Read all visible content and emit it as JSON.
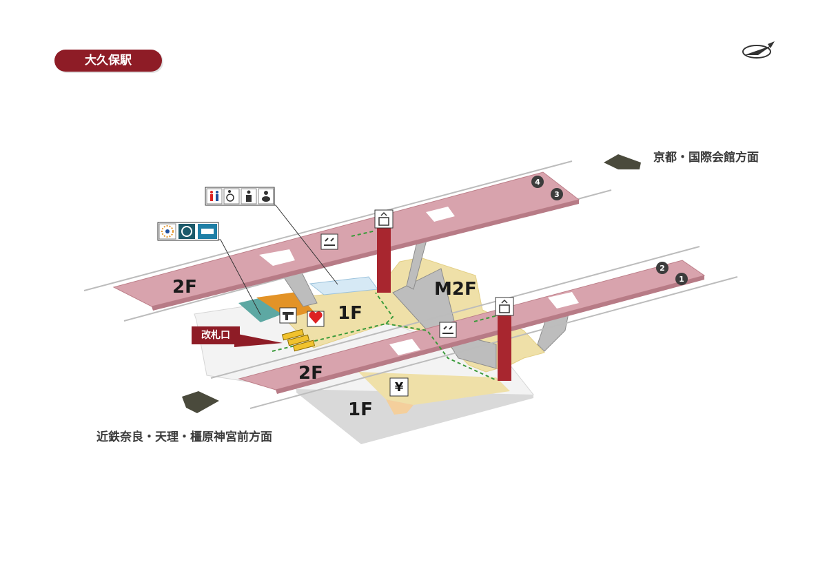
{
  "station": {
    "name": "大久保駅"
  },
  "directions": {
    "north": "京都・国際会館方面",
    "south": "近鉄奈良・天理・橿原神宮前方面"
  },
  "floors": {
    "platform_upper": "2F",
    "platform_lower": "2F",
    "concourse_upper": "1F",
    "mezzanine": "M2F",
    "concourse_lower": "1F"
  },
  "ticket_gate": {
    "label": "改札口"
  },
  "exits": [
    "1",
    "2",
    "3",
    "4"
  ],
  "facilities": {
    "toilets_group": [
      "mens-womens-toilet-icon",
      "wheelchair-icon",
      "baby-care-icon",
      "diaper-icon"
    ],
    "services_group": [
      "ic-card-icon",
      "ticket-machine-icon",
      "fare-adjust-icon"
    ],
    "ticket_vending": "ticket-vending-icon",
    "aed": "aed-icon",
    "atm": "yen-icon",
    "elevators": [
      "elevator-icon",
      "elevator-icon"
    ],
    "benches": [
      "bench-icon",
      "bench-icon"
    ]
  },
  "colors": {
    "accent": "#8e1c26",
    "platform": "#d8a3ad",
    "concourse": "#efe0a8",
    "ground": "#f4f4f4",
    "dark_arrow": "#4a4a3c"
  }
}
